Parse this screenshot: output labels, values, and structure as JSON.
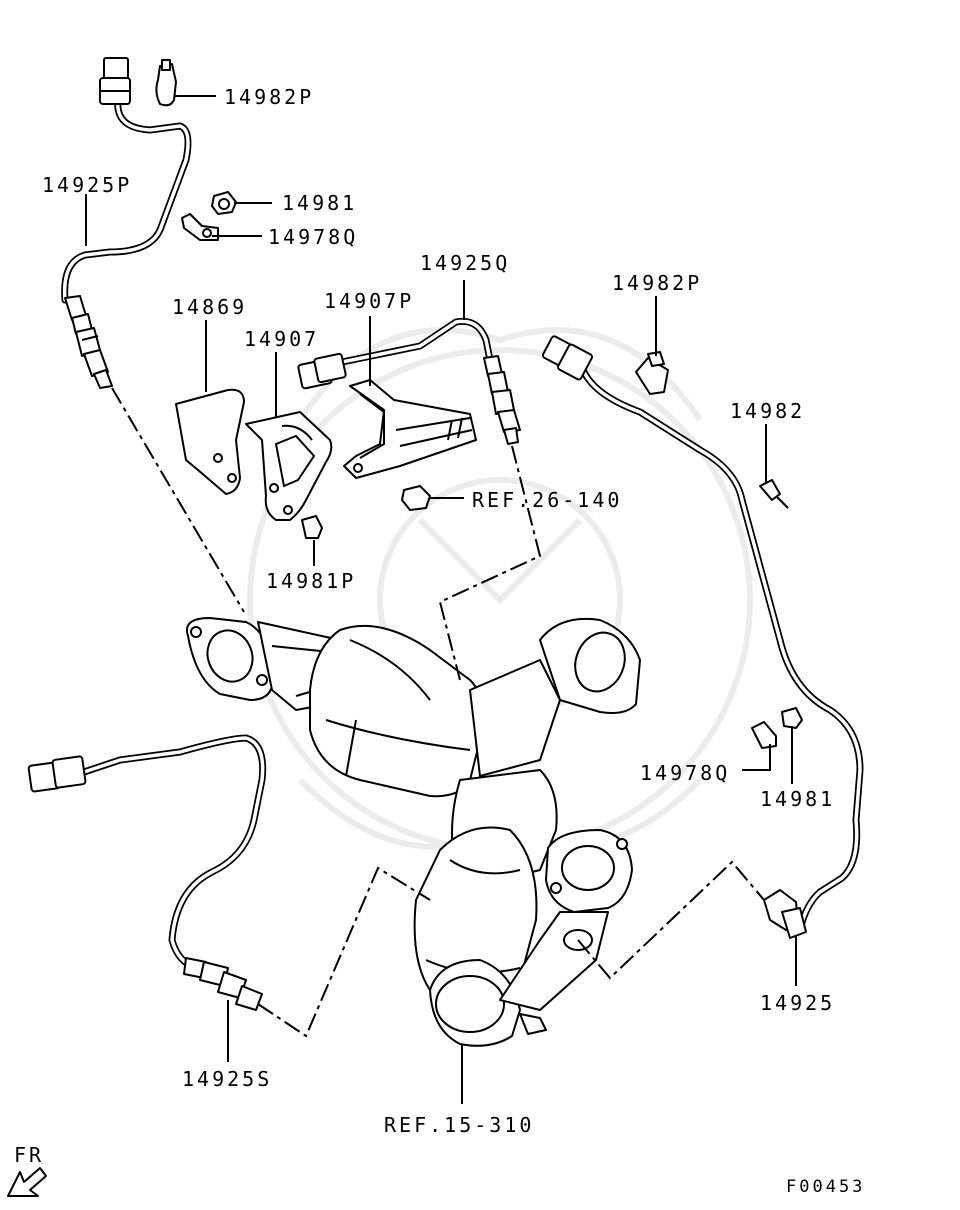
{
  "labels": {
    "p14982P_a": "14982P",
    "p14925P": "14925P",
    "p14981_a": "14981",
    "p14978Q_a": "14978Q",
    "p14925Q": "14925Q",
    "p14869": "14869",
    "p14907P": "14907P",
    "p14907": "14907",
    "p14982P_b": "14982P",
    "p14982": "14982",
    "ref26": "REF.26-140",
    "p14981P": "14981P",
    "p14978Q_b": "14978Q",
    "p14981_b": "14981",
    "p14925": "14925",
    "p14925S": "14925S",
    "ref15": "REF.15-310",
    "fr": "FR",
    "code": "F00453"
  }
}
